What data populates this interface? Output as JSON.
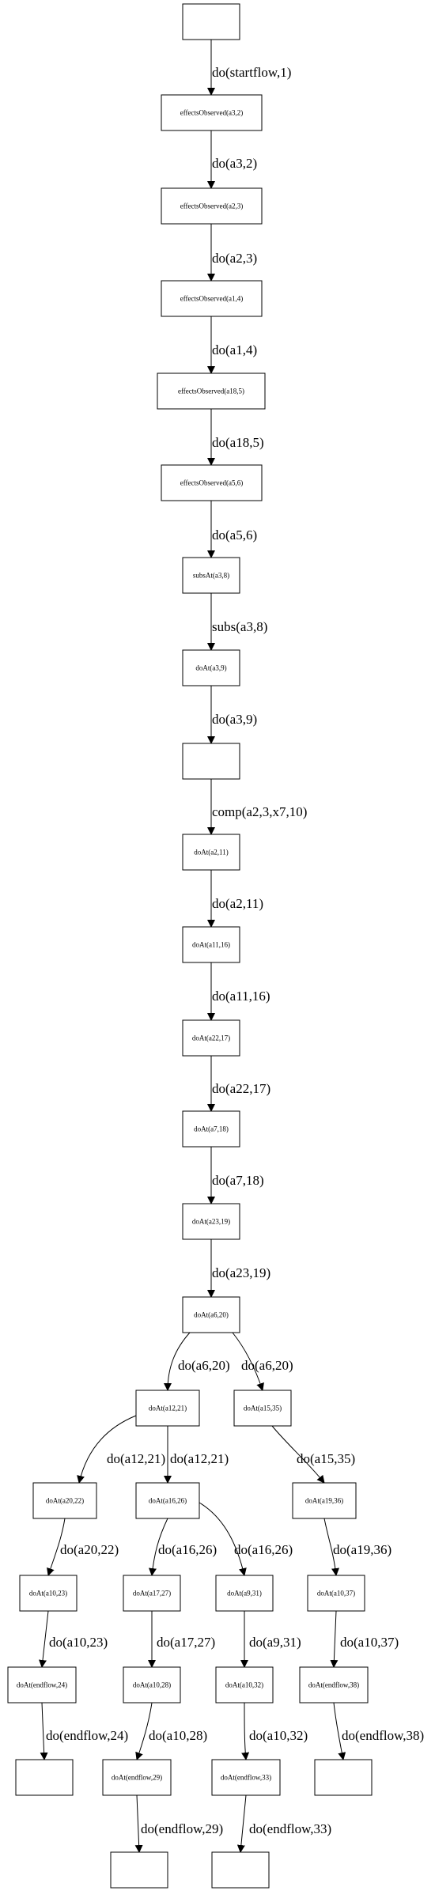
{
  "nodes": [
    {
      "id": "n0",
      "label": ""
    },
    {
      "id": "n1",
      "label": "effectsObserved(a3,2)"
    },
    {
      "id": "n2",
      "label": "effectsObserved(a2,3)"
    },
    {
      "id": "n3",
      "label": "effectsObserved(a1,4)"
    },
    {
      "id": "n4",
      "label": "effectsObserved(a18,5)"
    },
    {
      "id": "n5",
      "label": "effectsObserved(a5,6)"
    },
    {
      "id": "n6",
      "label": "subsAt(a3,8)"
    },
    {
      "id": "n7",
      "label": "doAt(a3,9)"
    },
    {
      "id": "n8",
      "label": ""
    },
    {
      "id": "n9",
      "label": "doAt(a2,11)"
    },
    {
      "id": "n10",
      "label": "doAt(a11,16)"
    },
    {
      "id": "n11",
      "label": "doAt(a22,17)"
    },
    {
      "id": "n12",
      "label": "doAt(a7,18)"
    },
    {
      "id": "n13",
      "label": "doAt(a23,19)"
    },
    {
      "id": "n14",
      "label": "doAt(a6,20)"
    },
    {
      "id": "n15",
      "label": "doAt(a12,21)"
    },
    {
      "id": "n16",
      "label": "doAt(a15,35)"
    },
    {
      "id": "n17",
      "label": "doAt(a20,22)"
    },
    {
      "id": "n18",
      "label": "doAt(a16,26)"
    },
    {
      "id": "n19",
      "label": "doAt(a19,36)"
    },
    {
      "id": "n20",
      "label": "doAt(a10,23)"
    },
    {
      "id": "n21",
      "label": "doAt(a17,27)"
    },
    {
      "id": "n22",
      "label": "doAt(a9,31)"
    },
    {
      "id": "n23",
      "label": "doAt(a10,37)"
    },
    {
      "id": "n24",
      "label": "doAt(endflow,24)"
    },
    {
      "id": "n25",
      "label": "doAt(a10,28)"
    },
    {
      "id": "n26",
      "label": "doAt(a10,32)"
    },
    {
      "id": "n27",
      "label": "doAt(endflow,38)"
    },
    {
      "id": "n28",
      "label": ""
    },
    {
      "id": "n29",
      "label": "doAt(endflow,29)"
    },
    {
      "id": "n30",
      "label": "doAt(endflow,33)"
    },
    {
      "id": "n31",
      "label": ""
    },
    {
      "id": "n32",
      "label": ""
    },
    {
      "id": "n33",
      "label": ""
    }
  ],
  "edges": [
    {
      "from": "n0",
      "to": "n1",
      "label": "do(startflow,1)"
    },
    {
      "from": "n1",
      "to": "n2",
      "label": "do(a3,2)"
    },
    {
      "from": "n2",
      "to": "n3",
      "label": "do(a2,3)"
    },
    {
      "from": "n3",
      "to": "n4",
      "label": "do(a1,4)"
    },
    {
      "from": "n4",
      "to": "n5",
      "label": "do(a18,5)"
    },
    {
      "from": "n5",
      "to": "n6",
      "label": "do(a5,6)"
    },
    {
      "from": "n6",
      "to": "n7",
      "label": "subs(a3,8)"
    },
    {
      "from": "n7",
      "to": "n8",
      "label": "do(a3,9)"
    },
    {
      "from": "n8",
      "to": "n9",
      "label": "comp(a2,3,x7,10)"
    },
    {
      "from": "n9",
      "to": "n10",
      "label": "do(a2,11)"
    },
    {
      "from": "n10",
      "to": "n11",
      "label": "do(a11,16)"
    },
    {
      "from": "n11",
      "to": "n12",
      "label": "do(a22,17)"
    },
    {
      "from": "n12",
      "to": "n13",
      "label": "do(a7,18)"
    },
    {
      "from": "n13",
      "to": "n14",
      "label": "do(a23,19)"
    },
    {
      "from": "n14",
      "to": "n15",
      "label": "do(a6,20)"
    },
    {
      "from": "n14",
      "to": "n16",
      "label": "do(a6,20)"
    },
    {
      "from": "n15",
      "to": "n17",
      "label": "do(a12,21)"
    },
    {
      "from": "n15",
      "to": "n18",
      "label": "do(a12,21)"
    },
    {
      "from": "n16",
      "to": "n19",
      "label": "do(a15,35)"
    },
    {
      "from": "n17",
      "to": "n20",
      "label": "do(a20,22)"
    },
    {
      "from": "n18",
      "to": "n21",
      "label": "do(a16,26)"
    },
    {
      "from": "n18",
      "to": "n22",
      "label": "do(a16,26)"
    },
    {
      "from": "n19",
      "to": "n23",
      "label": "do(a19,36)"
    },
    {
      "from": "n20",
      "to": "n24",
      "label": "do(a10,23)"
    },
    {
      "from": "n21",
      "to": "n25",
      "label": "do(a17,27)"
    },
    {
      "from": "n22",
      "to": "n26",
      "label": "do(a9,31)"
    },
    {
      "from": "n23",
      "to": "n27",
      "label": "do(a10,37)"
    },
    {
      "from": "n24",
      "to": "n28",
      "label": "do(endflow,24)"
    },
    {
      "from": "n25",
      "to": "n29",
      "label": "do(a10,28)"
    },
    {
      "from": "n26",
      "to": "n30",
      "label": "do(a10,32)"
    },
    {
      "from": "n27",
      "to": "n31",
      "label": "do(endflow,38)"
    },
    {
      "from": "n29",
      "to": "n32",
      "label": "do(endflow,29)"
    },
    {
      "from": "n30",
      "to": "n33",
      "label": "do(endflow,33)"
    }
  ]
}
